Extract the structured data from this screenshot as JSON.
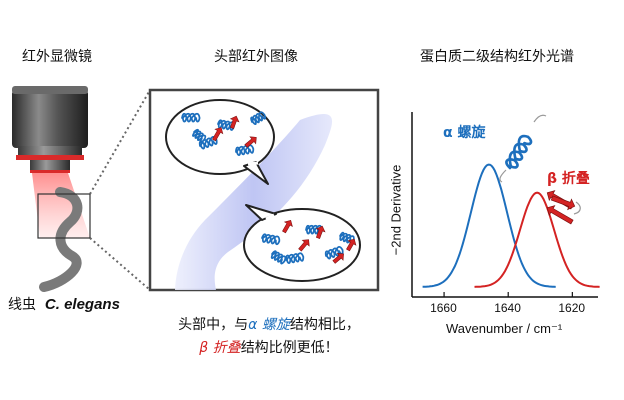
{
  "titles": {
    "microscope": "红外显微镜",
    "head_image": "头部红外图像",
    "spectrum": "蛋白质二级结构红外光谱"
  },
  "worm_label": {
    "prefix": "线虫",
    "species": "C. elegans"
  },
  "conclusion": {
    "line1_a": "头部中，与",
    "alpha": "α 螺旋",
    "line1_b": "结构相比，",
    "beta": "β 折叠",
    "line2_b": "结构比例更低！"
  },
  "colors": {
    "alpha": "#1d6fbd",
    "beta": "#d42323",
    "tissue": "#c9cdf5"
  },
  "chart_data": {
    "type": "line",
    "xlabel": "Wavenumber / cm⁻¹",
    "ylabel": "−2nd Derivative",
    "x_ticks": [
      "1660",
      "1640",
      "1620"
    ],
    "xlim": [
      1670,
      1612
    ],
    "x_reversed": true,
    "y_ticks_shown": false,
    "series": [
      {
        "name": "α 螺旋",
        "color": "#1d6fbd",
        "center": 1646,
        "width": 8,
        "peak": 1.0
      },
      {
        "name": "β 折叠",
        "color": "#d42323",
        "center": 1631,
        "width": 7.5,
        "peak": 0.77
      }
    ]
  }
}
